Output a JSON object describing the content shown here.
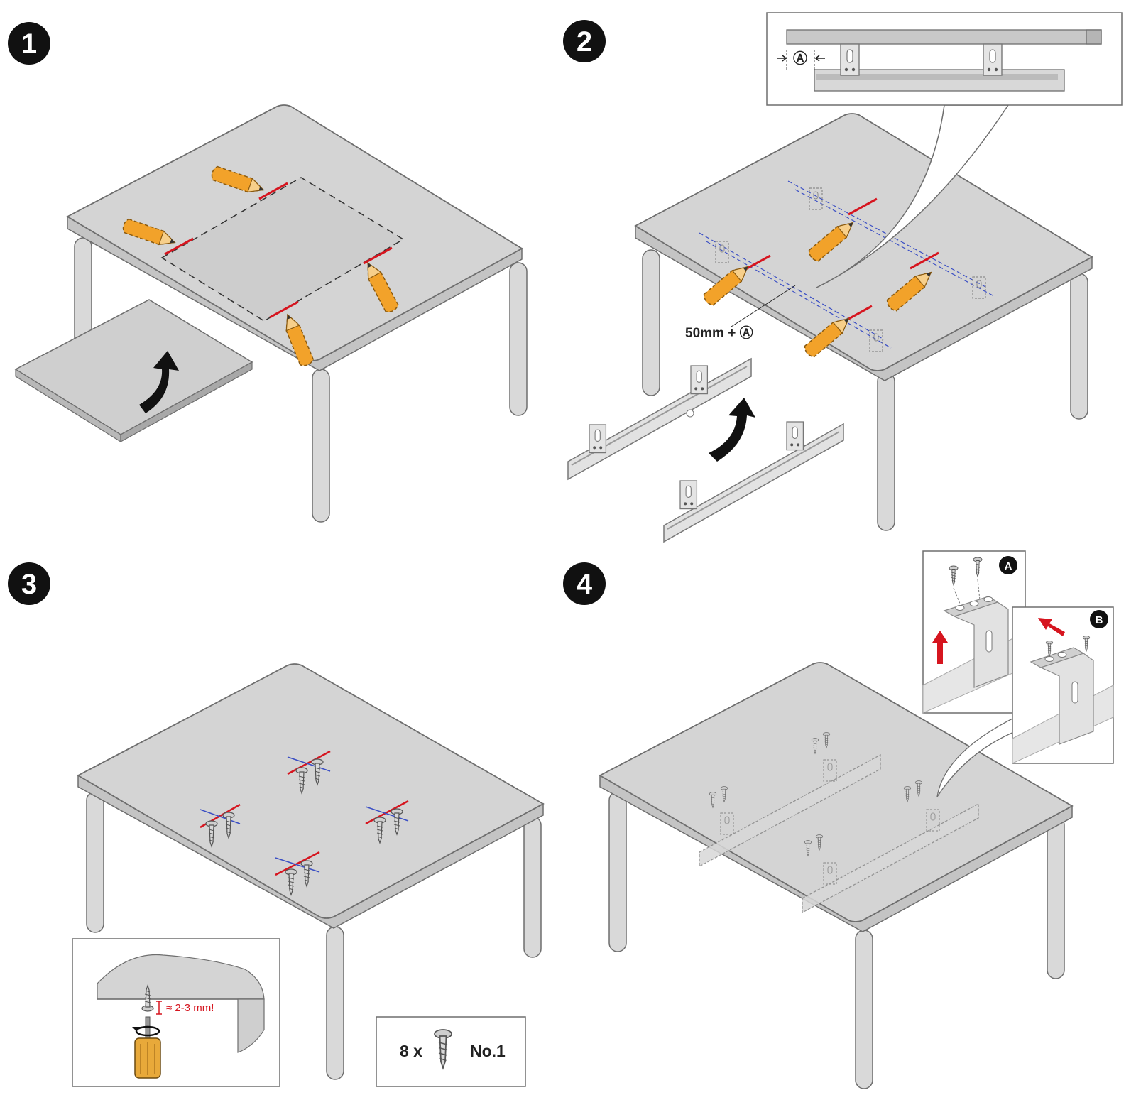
{
  "steps": [
    {
      "number": "1"
    },
    {
      "number": "2"
    },
    {
      "number": "3"
    },
    {
      "number": "4"
    }
  ],
  "step2": {
    "distance_label": "50mm + Ⓐ",
    "detail_marker": "Ⓐ"
  },
  "step3": {
    "depth_note": "≈ 2-3 mm!",
    "parts_qty": "8 x",
    "parts_id": "No.1"
  },
  "step4": {
    "callout_a": "A",
    "callout_b": "B"
  },
  "colors": {
    "table_top": "#d4d4d4",
    "outline": "#6e6e6e",
    "pencil": "#f2a22a",
    "mark_red": "#d6151f",
    "guide_blue": "#3b4fc4",
    "arrow_red": "#d6151f"
  }
}
